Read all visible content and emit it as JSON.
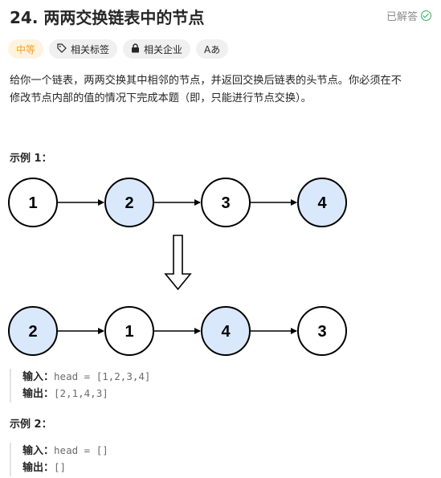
{
  "header": {
    "title": "24. 两两交换链表中的节点",
    "solved_label": "已解答"
  },
  "tags": {
    "difficulty": "中等",
    "related_tags": "相关标签",
    "related_companies": "相关企业",
    "translate": "Aあ"
  },
  "description": {
    "line1": "给你一个链表，两两交换其中相邻的节点，并返回交换后链表的头节点。你必须在不",
    "line2": "修改节点内部的值的情况下完成本题（即，只能进行节点交换）。"
  },
  "example1": {
    "label": "示例 1：",
    "before_nodes": [
      "1",
      "2",
      "3",
      "4"
    ],
    "after_nodes": [
      "2",
      "1",
      "4",
      "3"
    ],
    "input_label": "输入：",
    "input_value": "head = [1,2,3,4]",
    "output_label": "输出：",
    "output_value": "[2,1,4,3]"
  },
  "example2": {
    "label": "示例 2：",
    "input_label": "输入：",
    "input_value": "head = []",
    "output_label": "输出：",
    "output_value": "[]"
  },
  "colors": {
    "highlight_fill": "#dae8fc",
    "plain_fill": "#ffffff",
    "stroke": "#000000",
    "difficulty": "#ffa116",
    "solved_check": "#2db55d"
  }
}
